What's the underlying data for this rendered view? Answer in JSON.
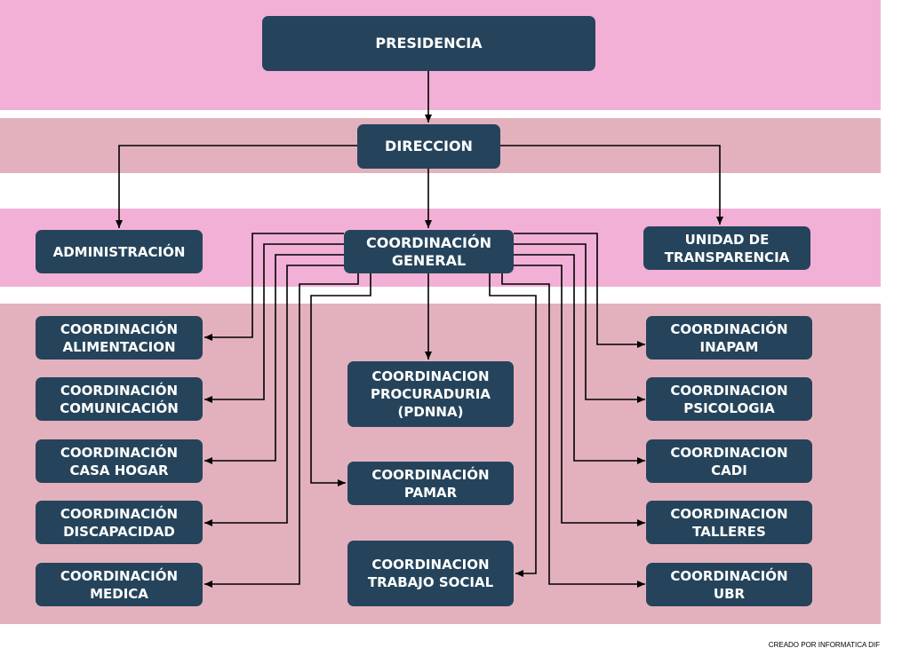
{
  "nodes": {
    "presidencia": "PRESIDENCIA",
    "direccion": "DIRECCION",
    "administracion": "ADMINISTRACIÓN",
    "coordinacion_general": "COORDINACIÓN\nGENERAL",
    "unidad_transparencia": "UNIDAD DE\nTRANSPARENCIA",
    "alimentacion": "COORDINACIÓN\nALIMENTACION",
    "comunicacion": "COORDINACIÓN\nCOMUNICACIÓN",
    "casa_hogar": "COORDINACIÓN\nCASA HOGAR",
    "discapacidad": "COORDINACIÓN\nDISCAPACIDAD",
    "medica": "COORDINACIÓN\nMEDICA",
    "procuraduria": "COORDINACION\nPROCURADURIA\n(PDNNA)",
    "pamar": "COORDINACIÓN\nPAMAR",
    "trabajo_social": "COORDINACION\nTRABAJO SOCIAL",
    "inapam": "COORDINACIÓN\nINAPAM",
    "psicologia": "COORDINACION\nPSICOLOGIA",
    "cadi": "COORDINACION\nCADI",
    "talleres": "COORDINACION\nTALLERES",
    "ubr": "COORDINACIÓN\nUBR"
  },
  "footer": "CREADO POR INFORMATICA DIF",
  "colors": {
    "node_fill": "#25445b",
    "node_text": "#ffffff",
    "band_pink": "#f2b0d6",
    "band_rose": "#e3b1bd",
    "connector": "#000000"
  }
}
